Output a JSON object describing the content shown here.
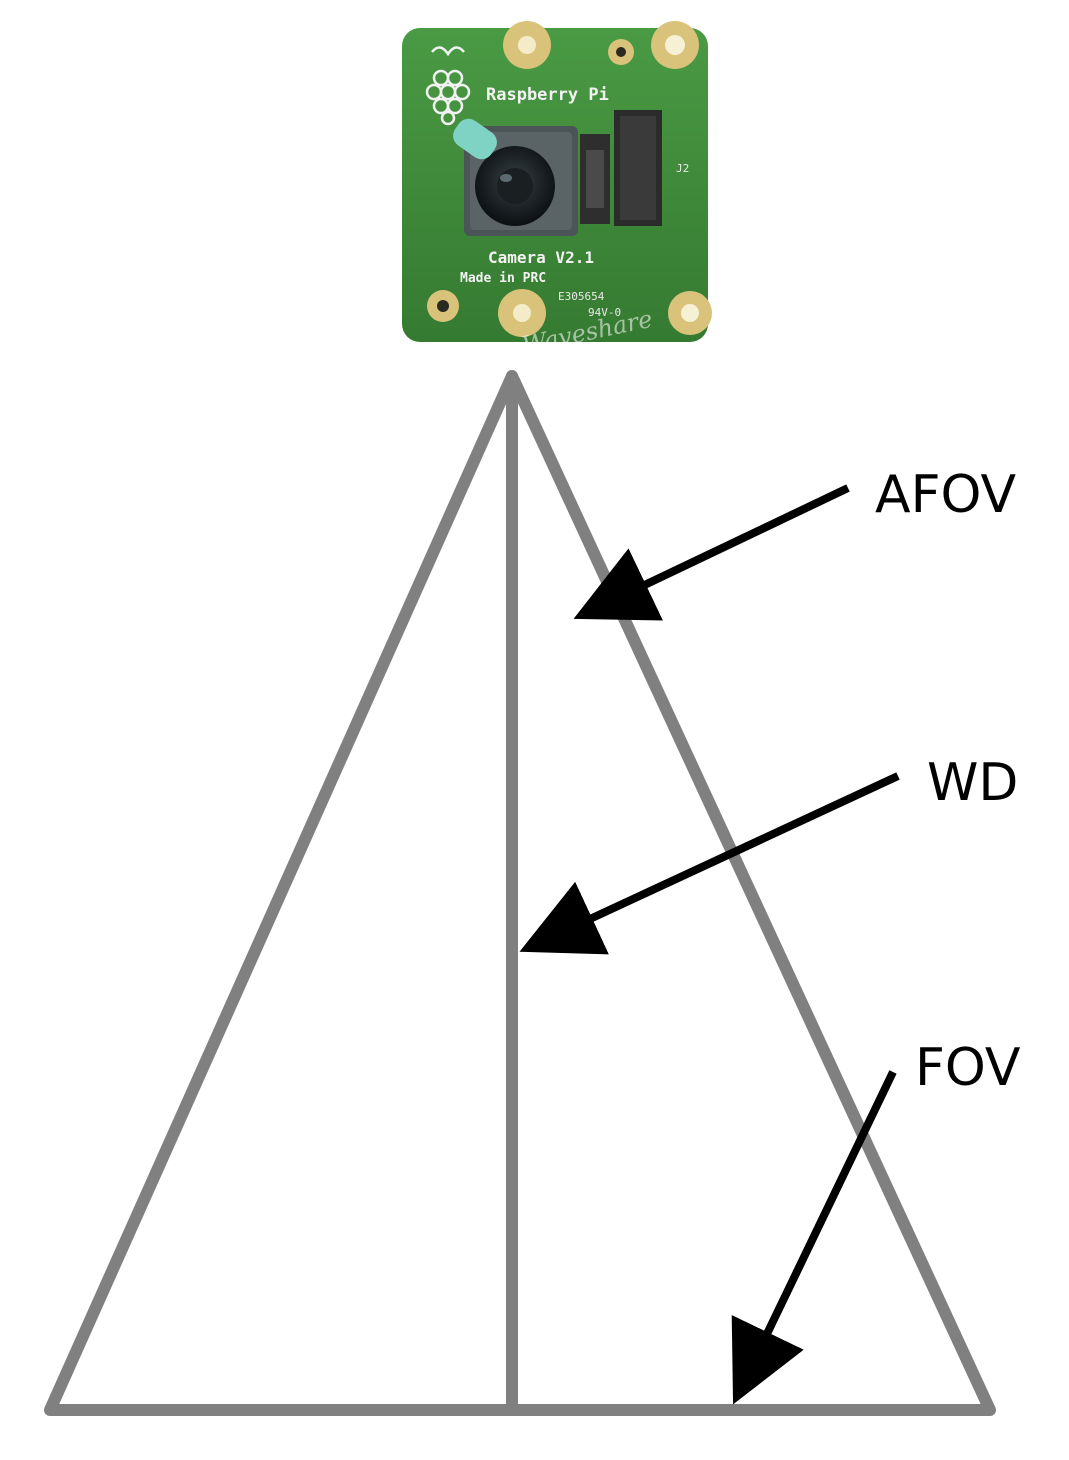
{
  "camera": {
    "brand_text": "Raspberry Pi",
    "model_text": "Camera V2.1",
    "origin_text": "Made in PRC",
    "code_text": "E305654",
    "rating_text": "94V-0",
    "connector_label": "J2",
    "watermark_text": "Waveshare"
  },
  "labels": {
    "afov": "AFOV",
    "wd": "WD",
    "fov": "FOV"
  },
  "colors": {
    "cone_stroke": "#808080",
    "arrow": "#000000",
    "pcb_green": "#3f8a3a",
    "pad_gold": "#d9c27a"
  }
}
